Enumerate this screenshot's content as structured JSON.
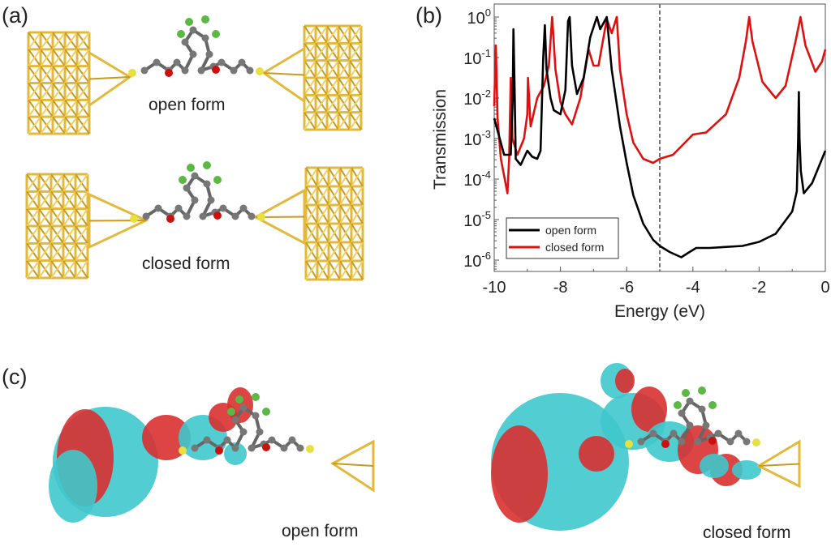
{
  "panels": {
    "a": {
      "label": "(a)",
      "open_caption": "open form",
      "closed_caption": "closed form"
    },
    "b": {
      "label": "(b)"
    },
    "c": {
      "label": "(c)",
      "open_caption": "open form",
      "closed_caption": "closed form"
    }
  },
  "colors": {
    "open": "#000000",
    "closed": "#e01010",
    "gold": "#e2b93b",
    "cyan": "#3fc8cc",
    "red_iso": "#d93030",
    "dashed": "#777777"
  },
  "chart_data": {
    "type": "line",
    "xlabel": "Energy (eV)",
    "ylabel": "Transmission",
    "xlim": [
      -10,
      0
    ],
    "ylim_log10": [
      -6.3,
      0.3
    ],
    "yscale": "log",
    "xticks": [
      -10,
      -8,
      -6,
      -4,
      -2,
      0
    ],
    "xtick_labels": [
      "-10",
      "-8",
      "-6",
      "-4",
      "-2",
      "0"
    ],
    "yticks_exp": [
      0,
      -1,
      -2,
      -3,
      -4,
      -5,
      -6
    ],
    "ytick_base": "10",
    "ytick_exponents": [
      "0",
      "-1",
      "-2",
      "-3",
      "-4",
      "-5",
      "-6"
    ],
    "vline_x": -5,
    "legend_position": "bottom-left",
    "series": [
      {
        "name": "open form",
        "color": "#000000",
        "x": [
          -10,
          -9.7,
          -9.5,
          -9.44,
          -9.42,
          -9.38,
          -9.35,
          -9.2,
          -9.0,
          -8.85,
          -8.7,
          -8.6,
          -8.52,
          -8.47,
          -8.42,
          -8.3,
          -8.2,
          -8.0,
          -7.85,
          -7.77,
          -7.72,
          -7.65,
          -7.5,
          -7.3,
          -7.1,
          -6.9,
          -6.8,
          -6.6,
          -6.45,
          -6.2,
          -6.0,
          -5.8,
          -5.5,
          -5.2,
          -5.0,
          -4.7,
          -4.35,
          -4.1,
          -3.9,
          -3.5,
          -2.5,
          -2.0,
          -1.5,
          -1.0,
          -0.86,
          -0.82,
          -0.8,
          -0.78,
          -0.74,
          -0.65,
          -0.4,
          0
        ],
        "log10_T": [
          -2.5,
          -3.4,
          -3.4,
          -2.0,
          -0.3,
          -2.0,
          -3.5,
          -3.65,
          -3.3,
          -3.45,
          -3.5,
          -3.3,
          -1.0,
          -0.2,
          -1.3,
          -2.0,
          -2.3,
          -2.4,
          -1.8,
          -0.1,
          0,
          -1.2,
          -1.9,
          -1.5,
          -0.5,
          0,
          -0.3,
          0,
          -1.3,
          -2.7,
          -3.6,
          -4.4,
          -5.1,
          -5.5,
          -5.65,
          -5.8,
          -5.93,
          -5.8,
          -5.7,
          -5.7,
          -5.65,
          -5.55,
          -5.35,
          -4.8,
          -4.3,
          -3.0,
          -1.85,
          -3.0,
          -3.8,
          -4.35,
          -4.1,
          -3.3
        ]
      },
      {
        "name": "closed form",
        "color": "#e01010",
        "x": [
          -10,
          -9.95,
          -9.9,
          -9.8,
          -9.6,
          -9.55,
          -9.5,
          -9.45,
          -9.3,
          -9.1,
          -9.0,
          -8.98,
          -8.9,
          -8.7,
          -8.5,
          -8.35,
          -8.25,
          -8.15,
          -8.0,
          -7.85,
          -7.65,
          -7.4,
          -7.15,
          -7.0,
          -6.85,
          -6.6,
          -6.45,
          -6.3,
          -6.2,
          -6.0,
          -5.8,
          -5.5,
          -5.2,
          -5.0,
          -4.6,
          -4.3,
          -4.0,
          -3.6,
          -3.0,
          -2.6,
          -2.4,
          -2.3,
          -2.2,
          -1.9,
          -1.5,
          -1.2,
          -0.9,
          -0.75,
          -0.6,
          -0.3,
          -0.1,
          0
        ],
        "log10_T": [
          -2.2,
          -0.7,
          -2.5,
          -3.5,
          -4.35,
          -3.5,
          -1.5,
          -3.0,
          -3.4,
          -3.0,
          -2.4,
          -1.5,
          -2.7,
          -2.0,
          -1.7,
          -1.2,
          0,
          -1.3,
          -2.1,
          -2.4,
          -2.65,
          -2.0,
          -0.8,
          -1.2,
          -1.2,
          -0.05,
          -0.4,
          0,
          -1.3,
          -2.4,
          -3.1,
          -3.5,
          -3.6,
          -3.5,
          -3.4,
          -3.15,
          -2.9,
          -2.85,
          -2.4,
          -1.5,
          -0.6,
          0,
          -0.6,
          -1.6,
          -2.0,
          -1.7,
          -0.6,
          0,
          -0.7,
          -1.35,
          -1.1,
          -0.8
        ]
      }
    ]
  }
}
